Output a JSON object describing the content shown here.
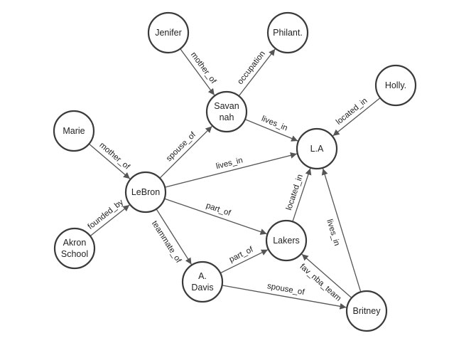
{
  "nodes": {
    "jenifer": {
      "lines": [
        "Jenifer"
      ]
    },
    "philant": {
      "lines": [
        "Philant."
      ]
    },
    "holly": {
      "lines": [
        "Holly."
      ]
    },
    "marie": {
      "lines": [
        "Marie"
      ]
    },
    "savannah": {
      "lines": [
        "Savan",
        "nah"
      ]
    },
    "la": {
      "lines": [
        "L.A"
      ]
    },
    "lebron": {
      "lines": [
        "LeBron"
      ]
    },
    "akron": {
      "lines": [
        "Akron",
        "School"
      ]
    },
    "lakers": {
      "lines": [
        "Lakers"
      ]
    },
    "adavis": {
      "lines": [
        "A.",
        "Davis"
      ]
    },
    "britney": {
      "lines": [
        "Britney"
      ]
    }
  },
  "edges": [
    {
      "from": "jenifer",
      "to": "savannah",
      "label": "mother_of"
    },
    {
      "from": "savannah",
      "to": "philant",
      "label": "occupation"
    },
    {
      "from": "holly",
      "to": "la",
      "label": "located_in"
    },
    {
      "from": "savannah",
      "to": "la",
      "label": "lives_in"
    },
    {
      "from": "marie",
      "to": "lebron",
      "label": "mother_of"
    },
    {
      "from": "lebron",
      "to": "savannah",
      "label": "spouse_of"
    },
    {
      "from": "lebron",
      "to": "la",
      "label": "lives_in"
    },
    {
      "from": "akron",
      "to": "lebron",
      "label": "founded_by"
    },
    {
      "from": "lebron",
      "to": "lakers",
      "label": "part_of"
    },
    {
      "from": "lebron",
      "to": "adavis",
      "label": "teammate_of"
    },
    {
      "from": "lakers",
      "to": "la",
      "label": "located_in"
    },
    {
      "from": "britney",
      "to": "la",
      "label": "lives_in"
    },
    {
      "from": "adavis",
      "to": "lakers",
      "label": "part_of"
    },
    {
      "from": "britney",
      "to": "lakers",
      "label": "fav_nba_team"
    },
    {
      "from": "adavis",
      "to": "britney",
      "label": "spouse_of"
    }
  ]
}
